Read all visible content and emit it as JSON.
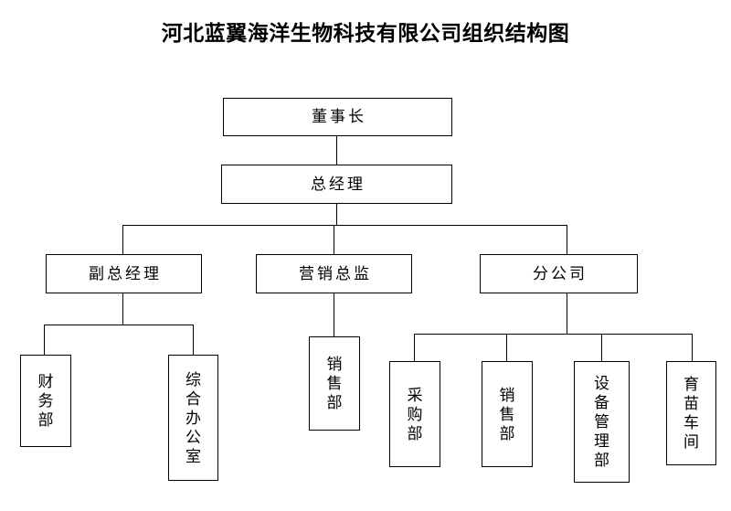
{
  "title": "河北蓝翼海洋生物科技有限公司组织结构图",
  "chart_data": {
    "type": "diagram",
    "diagram_type": "organization-chart",
    "title": "河北蓝翼海洋生物科技有限公司组织结构图",
    "orientation": "top-down",
    "node_shape": "rectangle",
    "line_color": "#000000",
    "box_fill": "#ffffff",
    "box_border": "#000000",
    "levels": 4,
    "nodes": [
      {
        "id": "chairman",
        "label": "董事长",
        "level": 1,
        "parent": null
      },
      {
        "id": "gm",
        "label": "总经理",
        "level": 2,
        "parent": "chairman"
      },
      {
        "id": "deputy_gm",
        "label": "副总经理",
        "level": 3,
        "parent": "gm"
      },
      {
        "id": "mkt_dir",
        "label": "营销总监",
        "level": 3,
        "parent": "gm"
      },
      {
        "id": "branch",
        "label": "分公司",
        "level": 3,
        "parent": "gm"
      },
      {
        "id": "finance",
        "label": "财务部",
        "level": 4,
        "parent": "deputy_gm"
      },
      {
        "id": "admin",
        "label": "综合办公室",
        "level": 4,
        "parent": "deputy_gm"
      },
      {
        "id": "sales_mkt",
        "label": "销售部",
        "level": 4,
        "parent": "mkt_dir"
      },
      {
        "id": "purchasing",
        "label": "采购部",
        "level": 4,
        "parent": "branch"
      },
      {
        "id": "sales_br",
        "label": "销售部",
        "level": 4,
        "parent": "branch"
      },
      {
        "id": "equipment",
        "label": "设备管理部",
        "level": 4,
        "parent": "branch"
      },
      {
        "id": "nursery",
        "label": "育苗车间",
        "level": 4,
        "parent": "branch"
      }
    ],
    "edges": [
      {
        "from": "chairman",
        "to": "gm"
      },
      {
        "from": "gm",
        "to": "deputy_gm"
      },
      {
        "from": "gm",
        "to": "mkt_dir"
      },
      {
        "from": "gm",
        "to": "branch"
      },
      {
        "from": "deputy_gm",
        "to": "finance"
      },
      {
        "from": "deputy_gm",
        "to": "admin"
      },
      {
        "from": "mkt_dir",
        "to": "sales_mkt"
      },
      {
        "from": "branch",
        "to": "purchasing"
      },
      {
        "from": "branch",
        "to": "sales_br"
      },
      {
        "from": "branch",
        "to": "equipment"
      },
      {
        "from": "branch",
        "to": "nursery"
      }
    ]
  },
  "nodes": {
    "chairman": {
      "label": "董事长"
    },
    "gm": {
      "label": "总经理"
    },
    "deputy_gm": {
      "label": "副总经理"
    },
    "mkt_dir": {
      "label": "营销总监"
    },
    "branch": {
      "label": "分公司"
    },
    "finance": {
      "label": "财务部"
    },
    "admin": {
      "label": "综合办公室"
    },
    "sales_mkt": {
      "label": "销售部"
    },
    "purchasing": {
      "label": "采购部"
    },
    "sales_br": {
      "label": "销售部"
    },
    "equipment": {
      "label": "设备管理部"
    },
    "nursery": {
      "label": "育苗车间"
    }
  }
}
